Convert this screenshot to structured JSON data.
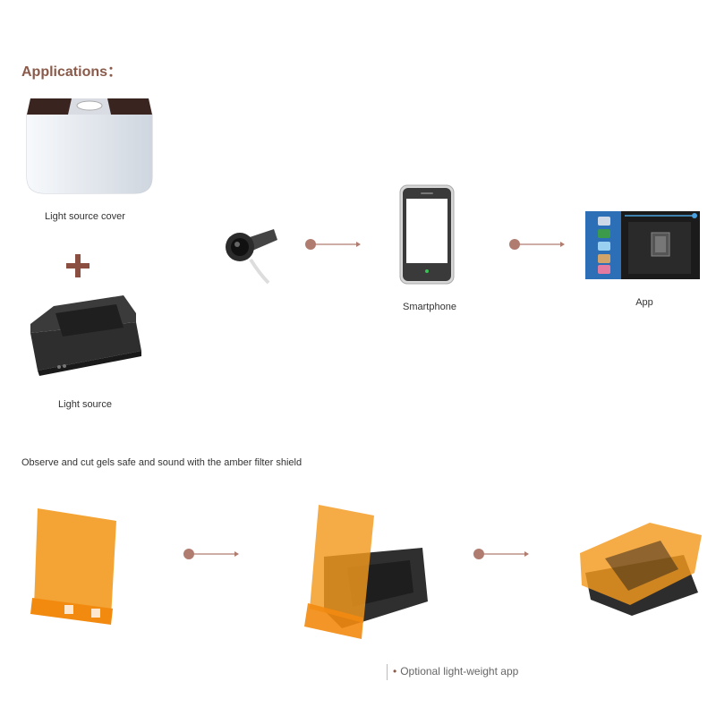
{
  "heading": "Applications：",
  "captions": {
    "light_source_cover": "Light source cover",
    "light_source": "Light source",
    "smartphone": "Smartphone",
    "app": "App"
  },
  "filter_section": {
    "title": "Observe and cut gels safe and sound with the amber filter shield"
  },
  "optional_note": "Optional light-weight app",
  "colors": {
    "accent": "#8a5a4a",
    "arrow_dot": "#b07c70",
    "amber": "#f39a1f",
    "device_dark": "#2b2b2b",
    "app_blue": "#2c6fb6"
  },
  "icons": [
    "plus-icon",
    "arrow-connector"
  ]
}
